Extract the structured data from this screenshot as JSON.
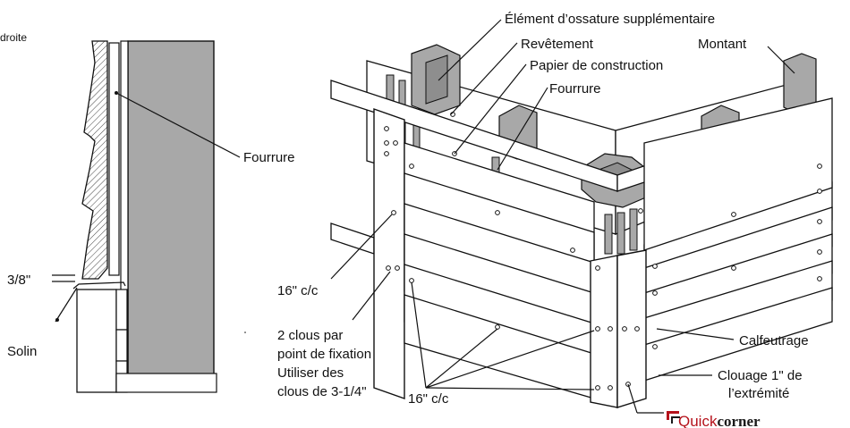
{
  "section_view": {
    "label_left_fragment": "droite",
    "label_furring": "Fourrure",
    "label_gap": "3/8\"",
    "label_flashing": "Solin"
  },
  "labels": {
    "extra_framing": "Élément d’ossature supplémentaire",
    "sheathing": "Revêtement",
    "building_paper": "Papier de construction",
    "furring": "Fourrure",
    "stud": "Montant",
    "spacing_left": "16\" c/c",
    "nails_line1": "2 clous par",
    "nails_line2": "point de fixation",
    "nails_line3": "Utiliser des",
    "nails_line4": "clous de 3-1/4\"",
    "spacing_bottom": "16\" c/c",
    "caulking": "Calfeutrage",
    "nailing_line1": "Clouage 1\" de",
    "nailing_line2": "l’extrémité"
  },
  "brand": {
    "part1": "Quick",
    "part2": "corner"
  },
  "colors": {
    "wood_gray": "#a8a8a8",
    "line": "#111111",
    "brand_red": "#b5121b"
  }
}
